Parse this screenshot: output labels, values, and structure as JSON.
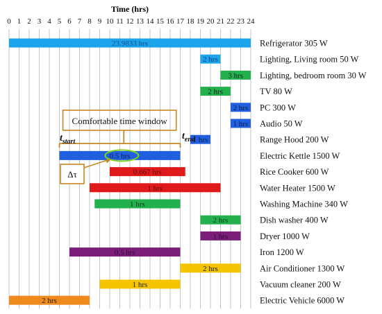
{
  "chart_data": {
    "type": "gantt",
    "title": "Time (hrs)",
    "x_ticks": [
      "0",
      "1",
      "2",
      "3",
      "4",
      "5",
      "6",
      "7",
      "8",
      "9",
      "10",
      "11",
      "12",
      "13",
      "14",
      "15",
      "16",
      "17",
      "18",
      "19",
      "20",
      "21",
      "22",
      "23",
      "24"
    ],
    "xlim": [
      0,
      24
    ],
    "grid": true,
    "rows": [
      {
        "device": "Refrigerator 305 W",
        "start": 0,
        "end": 24,
        "color": "#1ba3ec",
        "label": "23.9833 hrs",
        "label_color": "#1a4f8a"
      },
      {
        "device": "Lighting, Living room 50 W",
        "start": 19,
        "end": 21,
        "color": "#1ba3ec",
        "label": "2 hrs",
        "label_color": "#1a3d7a"
      },
      {
        "device": "Lighting, bedroom room 30 W",
        "start": 21,
        "end": 24,
        "color": "#22b14c",
        "label": "3 hrs",
        "label_color": "#1a1a1a"
      },
      {
        "device": "TV 80 W",
        "start": 19,
        "end": 22,
        "color": "#22b14c",
        "label": "2 hrs",
        "label_color": "#1a1a1a"
      },
      {
        "device": "PC 300 W",
        "start": 22,
        "end": 24,
        "color": "#1f5fe0",
        "label": "2 hrs",
        "label_color": "#0d1f4a"
      },
      {
        "device": "Audio 50 W",
        "start": 22,
        "end": 24,
        "color": "#1f5fe0",
        "label": "1 hrs",
        "label_color": "#0d1f4a"
      },
      {
        "device": "Range Hood 200 W",
        "start": 18,
        "end": 20,
        "color": "#1f5fe0",
        "label": "1 hrs",
        "label_color": "#0d1f4a"
      },
      {
        "device": "Electric Kettle 1500 W",
        "start": 5,
        "end": 17,
        "color": "#1f5fe0",
        "label": "0.5 hrs",
        "label_color": "#0d1f4a"
      },
      {
        "device": "Rice Cooker 600 W",
        "start": 10,
        "end": 17.5,
        "color": "#e0191b",
        "label": "0.667 hrs",
        "label_color": "#5a0a0a"
      },
      {
        "device": "Water Heater 1500 W",
        "start": 8,
        "end": 21,
        "color": "#e0191b",
        "label": "1 hrs",
        "label_color": "#5a0a0a"
      },
      {
        "device": "Washing Machine 340 W",
        "start": 8.5,
        "end": 17,
        "color": "#22b14c",
        "label": "1 hrs",
        "label_color": "#0d3d1a"
      },
      {
        "device": "Dish washer 400 W",
        "start": 19,
        "end": 23,
        "color": "#22b14c",
        "label": "2 hrs",
        "label_color": "#0d3d1a"
      },
      {
        "device": "Dryer 1000 W",
        "start": 19,
        "end": 23,
        "color": "#7b1e7a",
        "label": "1 hrs",
        "label_color": "#2a0a2a"
      },
      {
        "device": "Iron 1200 W",
        "start": 6,
        "end": 17,
        "color": "#7b1e7a",
        "label": "0.5 hrs",
        "label_color": "#2a0a2a"
      },
      {
        "device": "Air Conditioner 1300 W",
        "start": 17,
        "end": 23,
        "color": "#f5c400",
        "label": "2 hrs",
        "label_color": "#1a1a1a"
      },
      {
        "device": "Vacuum cleaner 200 W",
        "start": 9,
        "end": 17,
        "color": "#f5c400",
        "label": "1 hrs",
        "label_color": "#1a1a1a"
      },
      {
        "device": "Electric Vehicle 6000 W",
        "start": 0,
        "end": 8,
        "color": "#f08a1c",
        "label": "2 hrs",
        "label_color": "#1a1a1a"
      }
    ],
    "annotations": {
      "comfort_label": "Comfortable time window",
      "t_start_base": "t",
      "t_start_sub": "start",
      "t_end_base": "t",
      "t_end_sub": "end",
      "delta_tau": "Δτ",
      "annotation_color": "#c8861e",
      "highlight_color": "#7ed321"
    }
  }
}
